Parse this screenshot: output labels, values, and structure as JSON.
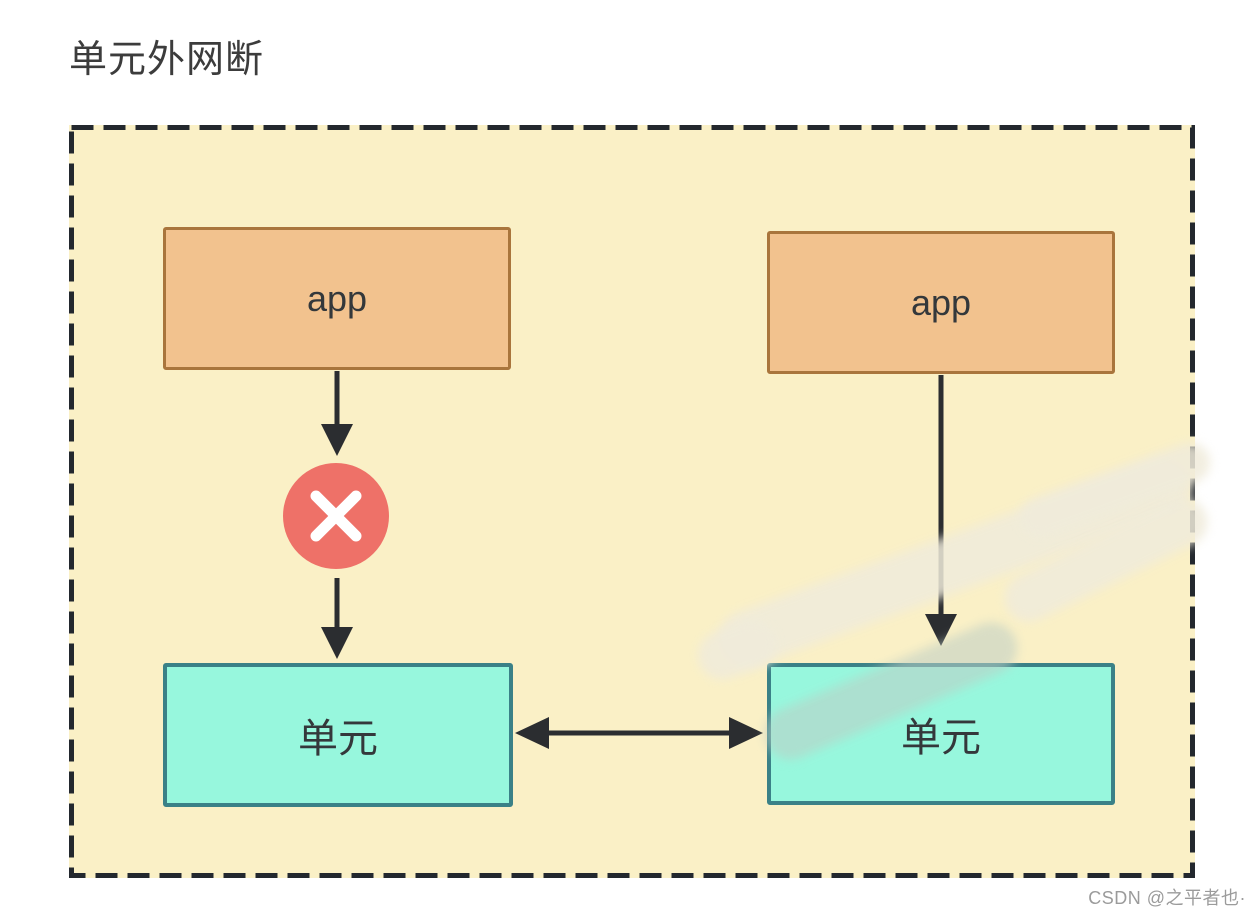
{
  "title": "单元外网断",
  "watermark": "CSDN @之平者也·",
  "diagram": {
    "description": "unit-external-network-disconnected",
    "container_background": "#faf0c6",
    "container_border_color": "#23282e",
    "nodes": {
      "app_left": {
        "label": "app",
        "fill": "#f2c28e",
        "border": "#a9753c"
      },
      "app_right": {
        "label": "app",
        "fill": "#f2c28e",
        "border": "#a9753c"
      },
      "unit_left": {
        "label": "单元",
        "fill": "#97f7dd",
        "border": "#3a8187"
      },
      "unit_right": {
        "label": "单元",
        "fill": "#97f7dd",
        "border": "#3a8187"
      }
    },
    "arrows": {
      "color": "#2b2d30",
      "app_left_to_unit_left": "blocked",
      "app_right_to_unit_right": "normal",
      "unit_left_unit_right": "bidirectional"
    },
    "blocked_icon": {
      "shape": "x-cross-circle",
      "circle_color": "#ee7168",
      "x_color": "#ffffff"
    },
    "smudge_color": "#f0ebda"
  }
}
